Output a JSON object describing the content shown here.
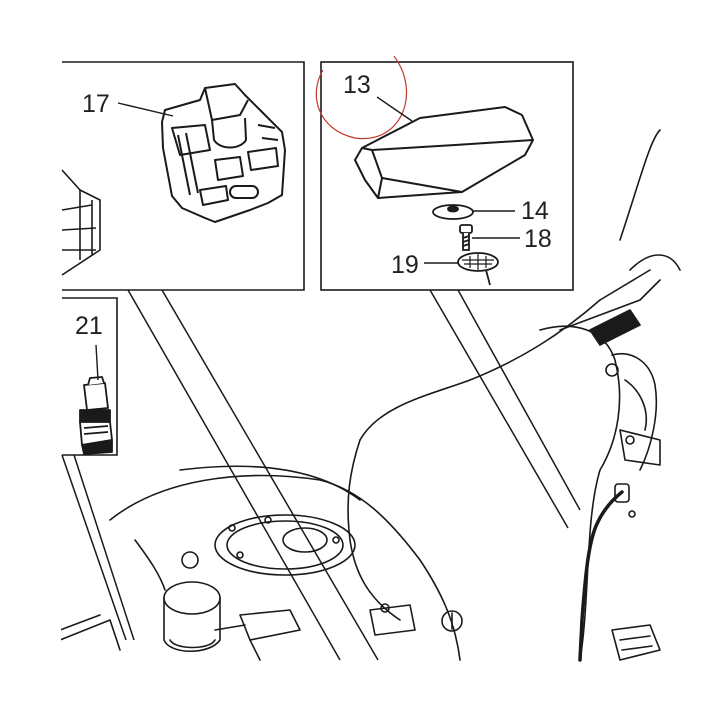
{
  "diagram": {
    "callouts": [
      {
        "id": "17",
        "text": "17"
      },
      {
        "id": "13",
        "text": "13"
      },
      {
        "id": "14",
        "text": "14"
      },
      {
        "id": "18",
        "text": "18"
      },
      {
        "id": "19",
        "text": "19"
      },
      {
        "id": "21",
        "text": "21"
      }
    ],
    "colors": {
      "line": "#1a1a1a",
      "mark_circle": "#c0392b"
    }
  }
}
